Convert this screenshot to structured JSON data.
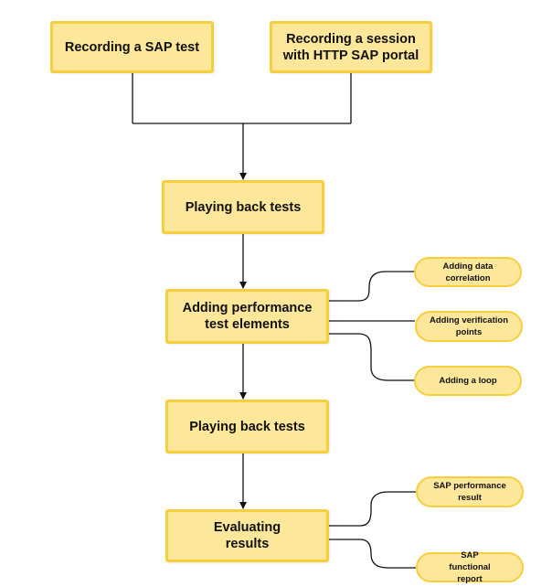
{
  "nodes": {
    "recording_sap_test": "Recording a SAP test",
    "recording_session_http": "Recording a session with HTTP SAP portal",
    "playing_back_tests_1": "Playing back tests",
    "adding_performance_elements": "Adding performance test elements",
    "playing_back_tests_2": "Playing back tests",
    "evaluating_results": "Evaluating results"
  },
  "sub_items": {
    "adding_data_correlation": "Adding data correlation",
    "adding_verification_points": "Adding verification points",
    "adding_loop": "Adding a loop",
    "sap_performance_result": "SAP performance result",
    "sap_functional_report": "SAP functional report"
  },
  "colors": {
    "box_fill": "#fde79a",
    "box_border": "#f7cf3d",
    "connector": "#111111",
    "text": "#111111"
  }
}
